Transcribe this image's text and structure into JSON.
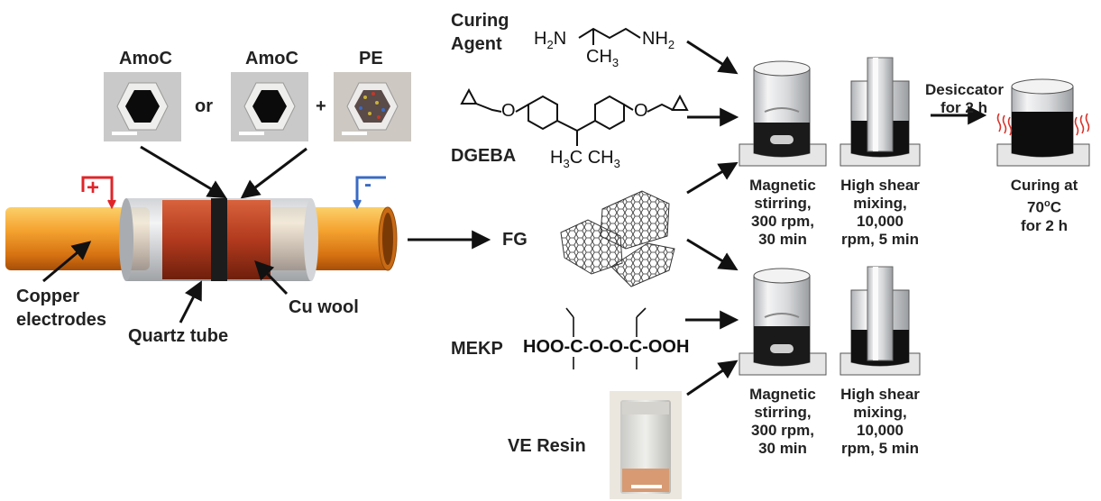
{
  "figure": {
    "sample_labels": [
      "AmoC",
      "AmoC",
      "PE"
    ],
    "or_text": "or",
    "plus_text": "+",
    "polarity_positive": "+",
    "polarity_negative": "-",
    "reactor_labels": {
      "copper_electrodes": [
        "Copper",
        "electrodes"
      ],
      "quartz_tube": "Quartz tube",
      "cu_wool": "Cu wool"
    },
    "fg_label": "FG",
    "curing_agent": [
      "Curing",
      "Agent"
    ],
    "curing_agent_formula": {
      "h2n": "H",
      "h2n_sub": "2",
      "h2n_n": "N",
      "nh2": "NH",
      "nh2_sub": "2",
      "ch3": "CH",
      "ch3_sub": "3"
    },
    "dgeba_label": "DGEBA",
    "dgeba_formula": {
      "o_left": "O",
      "o_right": "O",
      "h3c": "H",
      "h3c_sub": "3",
      "h3c_c": "C",
      "ch3": "CH",
      "ch3_sub": "3"
    },
    "mekp_label": "MEKP",
    "mekp_formula": "HOO-C-O-O-C-OOH",
    "ve_resin_label": "VE Resin",
    "desiccator": [
      "Desiccator",
      "for 2 h"
    ],
    "curing_step": [
      "Curing at",
      "70",
      "o",
      "C",
      "for 2 h"
    ],
    "epoxy_steps": {
      "magnetic": [
        "Magnetic",
        "stirring,",
        "300 rpm,",
        "30 min"
      ],
      "shear": [
        "High shear",
        "mixing,",
        "10,000",
        "rpm, 5 min"
      ]
    },
    "ve_steps": {
      "magnetic": [
        "Magnetic",
        "stirring,",
        "300 rpm,",
        "30 min"
      ],
      "shear": [
        "High shear",
        "mixing,",
        "10,000",
        "rpm, 5 min"
      ]
    },
    "colors": {
      "positive": "#e0252a",
      "negative": "#3a6bc4",
      "copper": "#f0a030",
      "cu_wool": "#b23a1e",
      "heat": "#d8322a"
    }
  }
}
